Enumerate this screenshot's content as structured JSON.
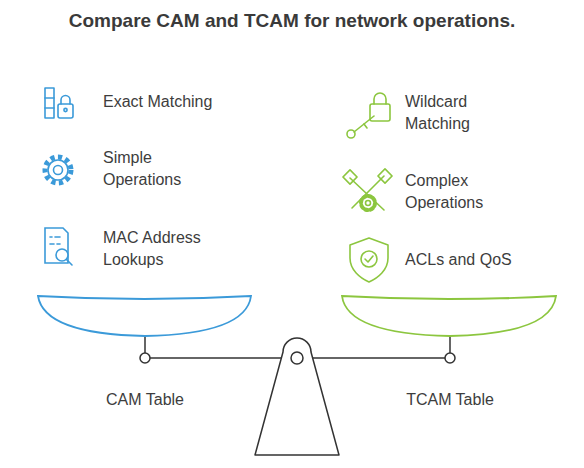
{
  "diagram": {
    "title": "Compare CAM and TCAM for network operations.",
    "labels": [
      "Exact Matching",
      "Simple Operations",
      "MAC Address Lookups",
      "Wildcard Matching",
      "Complex Operations",
      "ACLs and QoS",
      "CAM Table",
      "TCAM Table"
    ]
  }
}
